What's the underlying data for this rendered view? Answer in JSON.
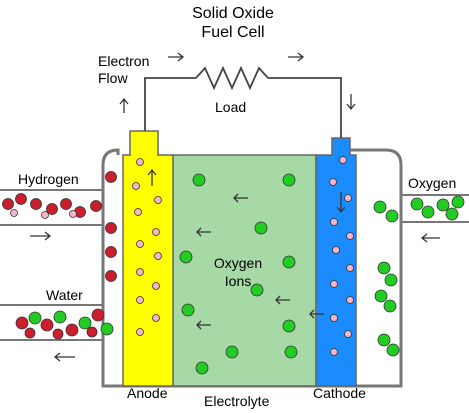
{
  "title": {
    "line1": "Solid Oxide",
    "line2": "Fuel Cell"
  },
  "labels": {
    "electron_flow_1": "Electron",
    "electron_flow_2": "Flow",
    "load": "Load",
    "hydrogen": "Hydrogen",
    "water": "Water",
    "oxygen": "Oxygen",
    "oxygen_ions_1": "Oxygen",
    "oxygen_ions_2": "Ions",
    "anode": "Anode",
    "electrolyte": "Electrolyte",
    "cathode": "Cathode"
  },
  "colors": {
    "anode": "#ffff00",
    "electrolyte": "#a6d9a6",
    "cathode": "#1a8cff",
    "hydrogen": "#cc1f2e",
    "oxygen": "#22cc22",
    "electron": "#f4b6c8",
    "outline": "#555555"
  }
}
